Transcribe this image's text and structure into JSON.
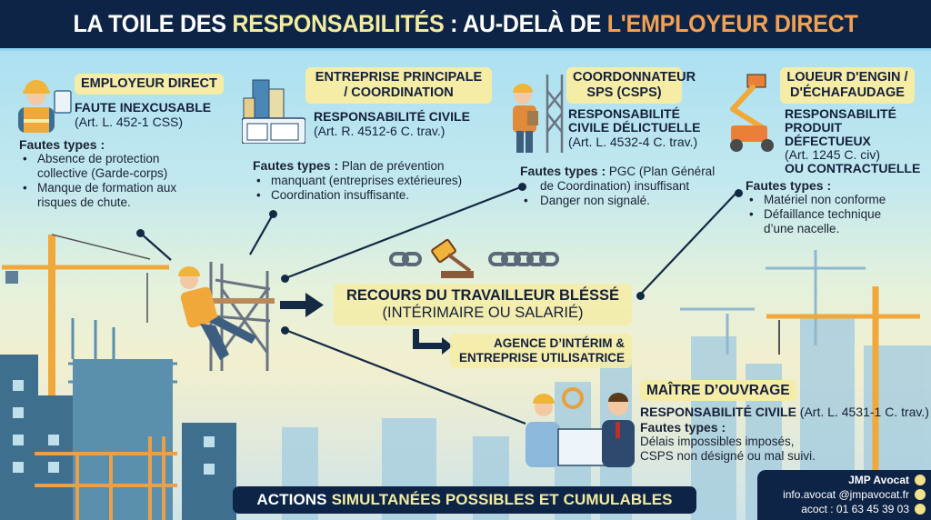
{
  "title": {
    "part1": "LA TOILE DES ",
    "part2": "RESPONSABILITÉS",
    "part3": " : AU-DELÀ DE ",
    "part4": "L'EMPLOYEUR DIRECT"
  },
  "actors": {
    "employeur": {
      "icon": "worker-clipboard-icon",
      "label": "EMPLOYEUR DIRECT",
      "responsibility": "FAUTE INEXCUSABLE",
      "article": "(Art. L. 452-1 CSS)",
      "faults_title": "Fautes types :",
      "faults": [
        "Absence de protection collective (Garde-corps)",
        "Manque de formation aux risques de chute."
      ]
    },
    "entreprise": {
      "icon": "buildings-blueprint-icon",
      "label_line1": "ENTREPRISE PRINCIPALE",
      "label_line2": "/ COORDINATION",
      "responsibility": "RESPONSABILITÉ CIVILE",
      "article": "(Art. R. 4512-6 C. trav.)",
      "faults_title": "Fautes types :",
      "faults_intro": " Plan de prévention",
      "faults": [
        "manquant (entreprises extérieures)",
        "Coordination insuffisante."
      ]
    },
    "csps": {
      "icon": "coordinator-scaffold-icon",
      "label_line1": "COORDONNATEUR",
      "label_line2": "SPS (CSPS)",
      "responsibility_line1": "RESPONSABILITÉ",
      "responsibility_line2": "CIVILE DÉLICTUELLE",
      "article": "(Art. L. 4532-4 C. trav.)",
      "faults_title": "Fautes types :",
      "faults_intro": " PGC (Plan Général",
      "faults_cont": "de Coordination) insuffisant",
      "faults": [
        "Danger non signalé."
      ]
    },
    "loueur": {
      "icon": "aerial-lift-icon",
      "label_line1": "LOUEUR D'ENGIN /",
      "label_line2": "D'ÉCHAFAUDAGE",
      "responsibility_line1": "RESPONSABILITÉ",
      "responsibility_line2": "PRODUIT DÉFECTUEUX",
      "article": "(Art. 1245 C. civ)",
      "responsibility_line3": "OU CONTRACTUELLE",
      "faults_title": "Fautes types :",
      "faults": [
        "Matériel non conforme",
        "Défaillance technique d’une nacelle."
      ]
    },
    "maitre": {
      "icon": "client-architect-icon",
      "label": "MAÎTRE D’OUVRAGE",
      "responsibility": "RESPONSABILITÉ CIVILE",
      "article": " (Art. L. 4531-1 C. trav.)",
      "faults_title": "Fautes types :",
      "faults_line1": "Délais impossibles imposés,",
      "faults_line2": "CSPS non désigné ou mal suivi."
    }
  },
  "center": {
    "icon": "chain-gavel-icon",
    "line1": "RECOURS DU TRAVAILLEUR BLÉSSÉ",
    "line2": "(INTÉRIMAIRE OU SALARIÉ)",
    "sub_line1": "AGENCE D’INTÉRIM &",
    "sub_line2": "ENTREPRISE UTILISATRICE"
  },
  "banner": {
    "part1": "ACTIONS",
    "part2": "SIMULTANÉES POSSIBLES ET CUMULABLES"
  },
  "contact": {
    "name": "JMP Avocat",
    "email": "info.avocat @jmpavocat.fr",
    "phone": "acoct : 01 63 45 39 03"
  },
  "colors": {
    "navy": "#0e2446",
    "label_yellow": "#f5eca6",
    "title_yellow": "#f2eca0",
    "title_orange": "#f0a154",
    "crane_orange": "#f0a83a",
    "building_blue": "#4f7f9e"
  }
}
